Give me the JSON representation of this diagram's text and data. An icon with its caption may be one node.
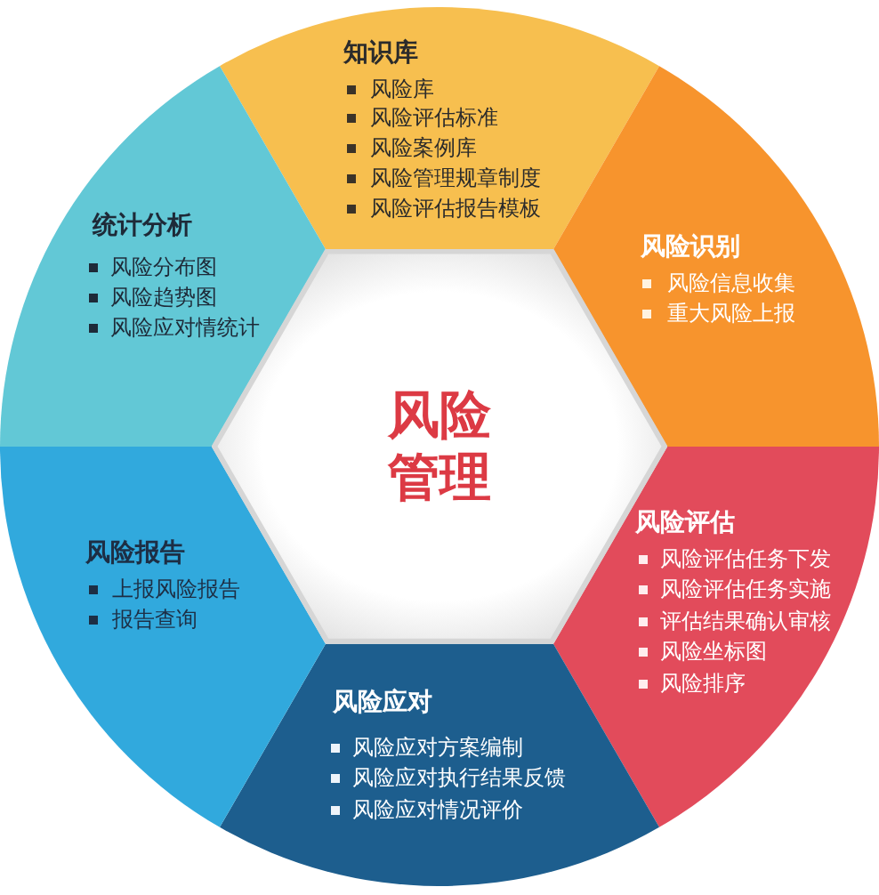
{
  "diagram": {
    "nodes": [
      {
        "text": [
          "风险管理"
        ]
      },
      {
        "text": [
          "知识库",
          "风险库",
          "风险评估标准",
          "风险案例库",
          "风险管理规章制度",
          "风险评估报告模板"
        ]
      },
      {
        "text": [
          "风险识别",
          "风险信息收集",
          "重大风险上报"
        ]
      },
      {
        "text": [
          "风险评估",
          "风险评估任务下发",
          "风险评估任务实施",
          "评估结果确认审核",
          "风险坐标图",
          "风险排序"
        ]
      },
      {
        "text": [
          "风险应对",
          "风险应对方案编制",
          "风险应对执行结果反馈",
          "风险应对情况评价"
        ]
      },
      {
        "text": [
          "风险报告",
          "上报风险报告",
          "报告查询"
        ]
      },
      {
        "text": [
          "统计分析",
          "风险分布图",
          "风险趋势图",
          "风险应对情统计"
        ]
      }
    ]
  }
}
